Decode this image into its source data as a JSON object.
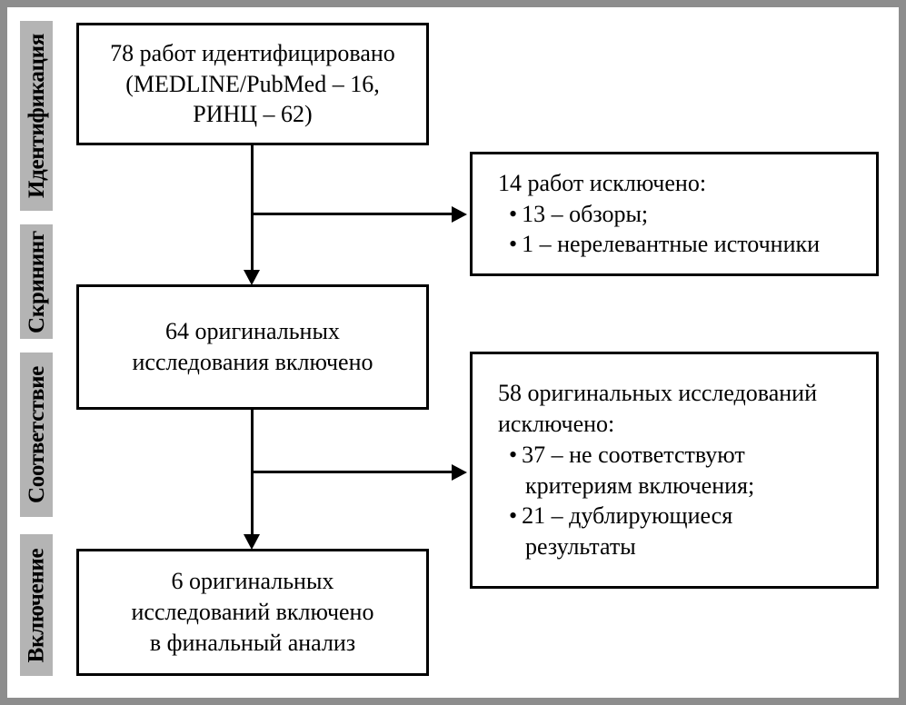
{
  "diagram": {
    "type": "prisma-flow-diagram",
    "language": "ru",
    "frame_color": "#8d8d8d",
    "stage_bar_color": "#b4b4b4",
    "box_border_color": "#000000"
  },
  "stages": [
    {
      "label": "Идентификация"
    },
    {
      "label": "Скрининг"
    },
    {
      "label": "Соответствие"
    },
    {
      "label": "Включение"
    }
  ],
  "boxes": {
    "identified": {
      "line1": "78 работ идентифицировано",
      "line2": "(MEDLINE/PubMed – 16,",
      "line3": "РИНЦ – 62)"
    },
    "excluded_records": {
      "heading": "14 работ исключено:",
      "item1_bullet": "•",
      "item1": "13 – обзоры;",
      "item2_bullet": "•",
      "item2": "1 – нерелевантные источники"
    },
    "included_originals": {
      "line1": "64 оригинальных",
      "line2": "исследования включено"
    },
    "excluded_originals": {
      "heading1": "58 оригинальных исследований",
      "heading2": "исключено:",
      "item1_bullet": "•",
      "item1": "37 – не соответствуют",
      "item1_cont": "критериям включения;",
      "item2_bullet": "•",
      "item2": "21 – дублирующиеся",
      "item2_cont": "результаты"
    },
    "final_included": {
      "line1": "6 оригинальных",
      "line2": "исследований включено",
      "line3": "в финальный анализ"
    }
  }
}
